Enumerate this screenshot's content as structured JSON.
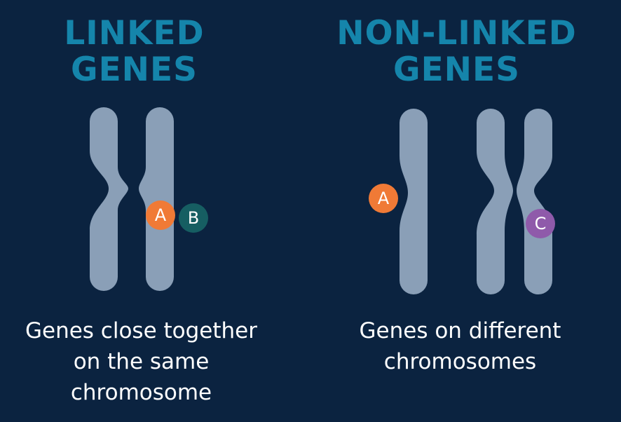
{
  "colors": {
    "background": "#0b2340",
    "title": "#1585ab",
    "chromosome": "#8a9fb7",
    "gene_a": "#f07a36",
    "gene_b": "#165e62",
    "gene_c": "#8f5aaa"
  },
  "linked": {
    "title_line1": "LINKED",
    "title_line2": "GENES",
    "caption_line1": "Genes close together",
    "caption_line2": "on the same",
    "caption_line3": "chromosome",
    "gene_a": "A",
    "gene_b": "B"
  },
  "non_linked": {
    "title_line1": "NON-LINKED",
    "title_line2": "GENES",
    "caption_line1": "Genes on different",
    "caption_line2": "chromosomes",
    "gene_a": "A",
    "gene_c": "C"
  }
}
